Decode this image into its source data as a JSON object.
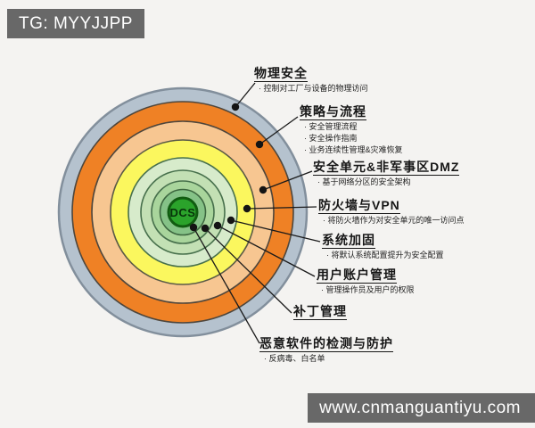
{
  "watermarks": {
    "tg_badge": "TG: MYYJJPP",
    "site_badge": "www.cnmanguantiyu.com"
  },
  "diagram": {
    "center_label": "DCS",
    "rings": [
      {
        "name": "physical-security",
        "color": "#b5c2ce"
      },
      {
        "name": "policies-procedures",
        "color": "#ef8125"
      },
      {
        "name": "security-cell-dmz",
        "color": "#f7c691"
      },
      {
        "name": "firewall-vpn",
        "color": "#fbf75e"
      },
      {
        "name": "system-hardening",
        "color": "#d7ebcb"
      },
      {
        "name": "user-account-management",
        "color": "#c3e0b4"
      },
      {
        "name": "patch-management",
        "color": "#a9d59c"
      },
      {
        "name": "malware-detection",
        "color": "#85c287"
      },
      {
        "name": "dcs-core",
        "color": "#2ba32b"
      }
    ],
    "callouts": [
      {
        "title": "物理安全",
        "bullets": [
          "控制对工厂与设备的物理访问"
        ]
      },
      {
        "title": "策略与流程",
        "bullets": [
          "安全管理流程",
          "安全操作指南",
          "业务连续性管理&灾难恢复"
        ]
      },
      {
        "title": "安全单元&非军事区DMZ",
        "bullets": [
          "基于网络分区的安全架构"
        ]
      },
      {
        "title": "防火墙与VPN",
        "bullets": [
          "将防火墙作为对安全单元的唯一访问点"
        ]
      },
      {
        "title": "系统加固",
        "bullets": [
          "将默认系统配置提升为安全配置"
        ]
      },
      {
        "title": "用户账户管理",
        "bullets": [
          "管理操作员及用户的权限"
        ]
      },
      {
        "title": "补丁管理",
        "bullets": []
      },
      {
        "title": "恶意软件的检测与防护",
        "bullets": [
          "反病毒、白名单"
        ]
      }
    ]
  }
}
